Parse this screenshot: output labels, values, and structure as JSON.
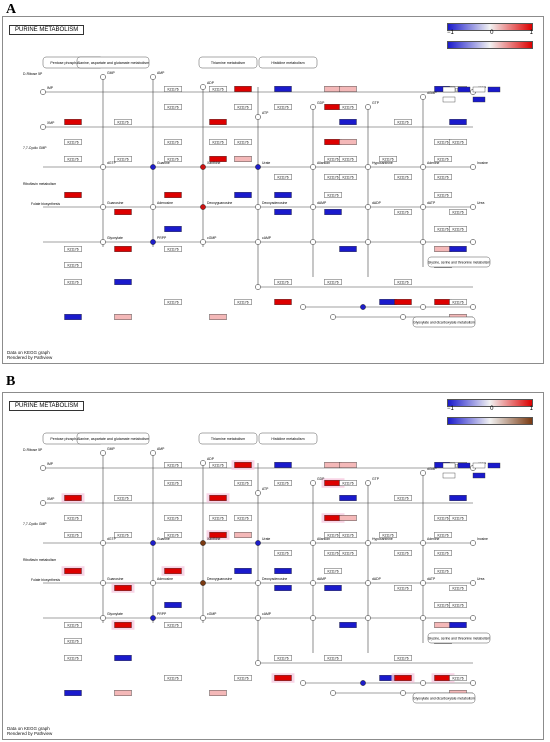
{
  "panels": [
    {
      "letter": "A",
      "title": "PURINE METABOLISM",
      "footer": [
        "Data on KEGG graph",
        "Rendered by Pathview"
      ],
      "legend_ticks": [
        "−1",
        "0",
        "1"
      ],
      "legend_ticks_2": [
        "−1",
        "0",
        "1"
      ],
      "colors": {
        "low": "#1a1acc",
        "mid": "#f2f2f2",
        "high": "#dd0000",
        "node_low": "#1e1ec8",
        "node_high": "#cc1111",
        "node_gray": "#ffffff"
      }
    },
    {
      "letter": "B",
      "title": "PURINE METABOLISM",
      "footer": [
        "Data on KEGG graph",
        "Rendered by Pathview"
      ],
      "legend_ticks": [
        "−1",
        "0",
        "1"
      ],
      "legend_ticks_2": [
        "−1",
        "0",
        "1"
      ],
      "colors": {
        "low": "#1a1acc",
        "mid": "#f2f2f2",
        "high": "#dd0000",
        "node_low": "#1e1ec8",
        "node_high": "#7a3a12",
        "node_gray": "#ffffff"
      }
    }
  ],
  "pathway_labels": {
    "top": [
      "Pentose phosphate pathway",
      "Alanine, aspartate and glutamate metabolism",
      "Thiamine metabolism",
      "Histidine metabolism"
    ],
    "left": [
      "D-Ribose 5P",
      "7,7-Cyclic GMP",
      "Riboflavin metabolism",
      "Folate biosynthesis"
    ],
    "right": [
      "Glycine, serine and threonine metabolism",
      "Glyoxylate and dicarboxylate metabolism"
    ],
    "metabolites": [
      "IMP",
      "XMP",
      "GMP",
      "AMP",
      "ADP",
      "ATP",
      "GDP",
      "GTP",
      "dGMP",
      "dGDP",
      "dGTP",
      "Guanine",
      "Xanthine",
      "Urate",
      "Allantoin",
      "Hypoxanthine",
      "Adenine",
      "Inosine",
      "Guanosine",
      "Adenosine",
      "Deoxyguanosine",
      "Deoxyadenosine",
      "dAMP",
      "dADP",
      "dATP",
      "Urea",
      "Glyoxylate",
      "PRPP",
      "cGMP",
      "cAMP"
    ],
    "enzyme_label": "K21176"
  }
}
